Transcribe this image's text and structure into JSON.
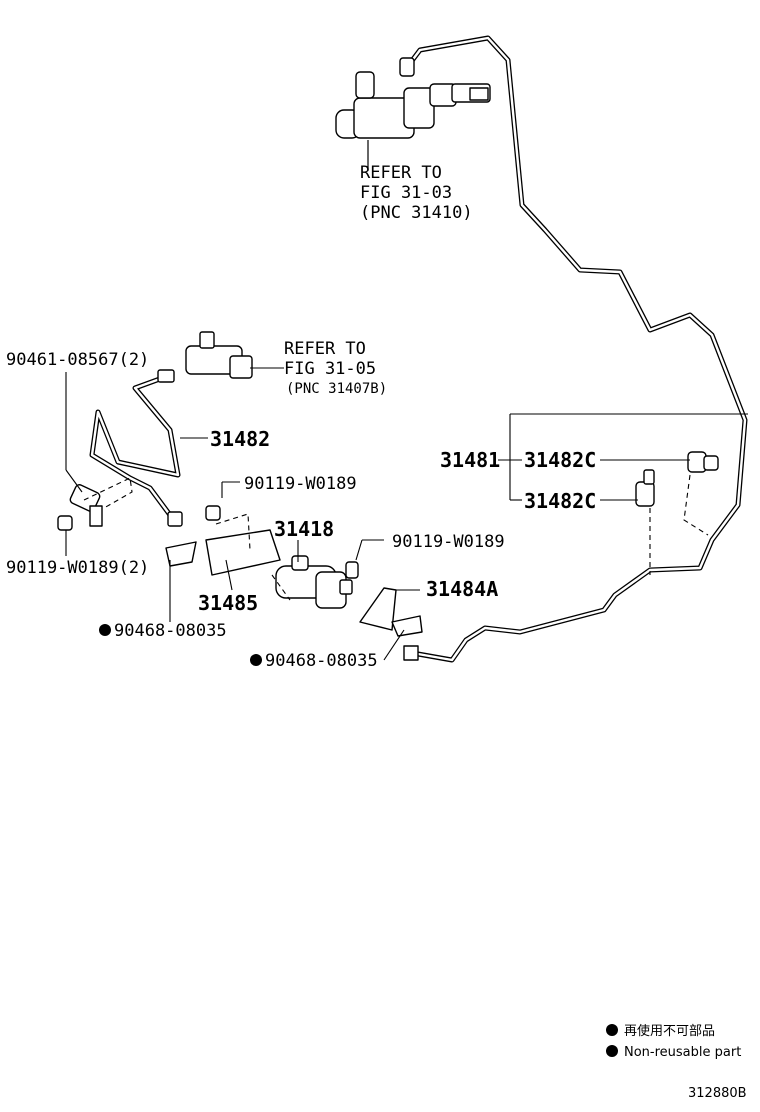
{
  "labels": {
    "refer_master_1": "REFER TO",
    "refer_master_2": "FIG 31-03",
    "refer_master_3": "(PNC 31410)",
    "refer_tee_1": "REFER TO",
    "refer_tee_2": "FIG 31-05",
    "refer_tee_3": "(PNC 31407B)",
    "p_9046108567": "90461-08567(2)",
    "p_31482": "31482",
    "p_90119_top": "90119-W0189",
    "p_90119_left": "90119-W0189(2)",
    "p_31418": "31418",
    "p_90119_right": "90119-W0189",
    "p_31485": "31485",
    "p_31484A": "31484A",
    "p_90468_left": "90468-08035",
    "p_90468_right": "90468-08035",
    "p_31481": "31481",
    "p_31482C_top": "31482C",
    "p_31482C_bottom": "31482C"
  },
  "legend": {
    "jp": "再使用不可部品",
    "en": "Non-reusable part"
  },
  "figure_code": "312880B"
}
